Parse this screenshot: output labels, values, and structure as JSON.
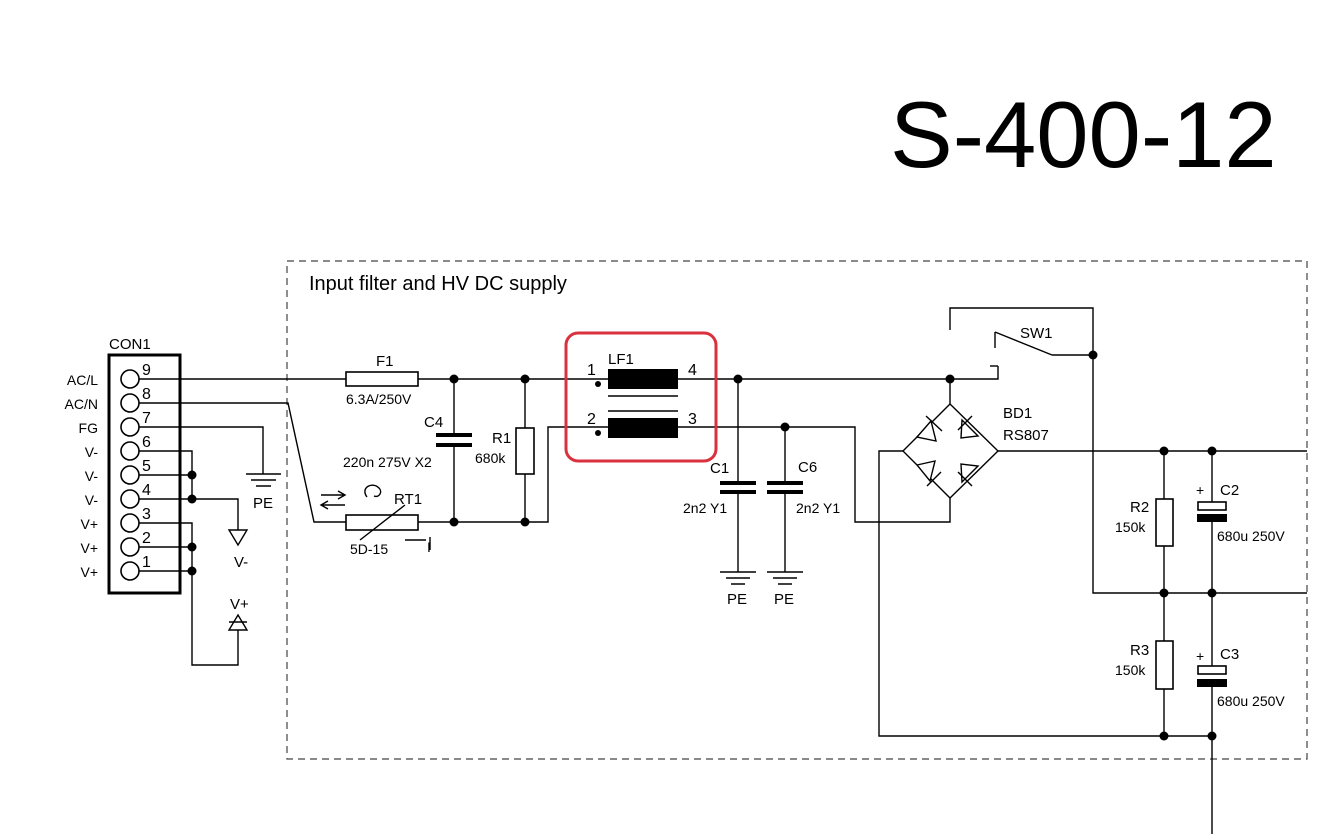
{
  "title": "S-400-12",
  "section_title": "Input filter and HV DC supply",
  "connector": {
    "ref": "CON1",
    "pins": [
      {
        "num": "9",
        "label": "AC/L"
      },
      {
        "num": "8",
        "label": "AC/N"
      },
      {
        "num": "7",
        "label": "FG"
      },
      {
        "num": "6",
        "label": "V-"
      },
      {
        "num": "5",
        "label": "V-"
      },
      {
        "num": "4",
        "label": "V-"
      },
      {
        "num": "3",
        "label": "V+"
      },
      {
        "num": "2",
        "label": "V+"
      },
      {
        "num": "1",
        "label": "V+"
      }
    ]
  },
  "components": {
    "F1": {
      "ref": "F1",
      "value": "6.3A/250V"
    },
    "C4": {
      "ref": "C4",
      "value": "220n 275V X2"
    },
    "R1": {
      "ref": "R1",
      "value": "680k"
    },
    "RT1": {
      "ref": "RT1",
      "value": "5D-15",
      "mark": "I"
    },
    "LF1": {
      "ref": "LF1",
      "pins": [
        "1",
        "4",
        "2",
        "3"
      ]
    },
    "C1": {
      "ref": "C1",
      "value": "2n2 Y1"
    },
    "C6": {
      "ref": "C6",
      "value": "2n2 Y1"
    },
    "SW1": {
      "ref": "SW1"
    },
    "BD1": {
      "ref": "BD1",
      "value": "RS807"
    },
    "R2": {
      "ref": "R2",
      "value": "150k"
    },
    "R3": {
      "ref": "R3",
      "value": "150k"
    },
    "C2": {
      "ref": "C2",
      "value": "680u 250V",
      "polarity": "+"
    },
    "C3": {
      "ref": "C3",
      "value": "680u 250V",
      "polarity": "+"
    }
  },
  "ground_labels": {
    "pe": "PE",
    "vminus": "V-",
    "vplus": "V+"
  },
  "colors": {
    "highlight": "#d9313d",
    "ink": "#000000"
  }
}
